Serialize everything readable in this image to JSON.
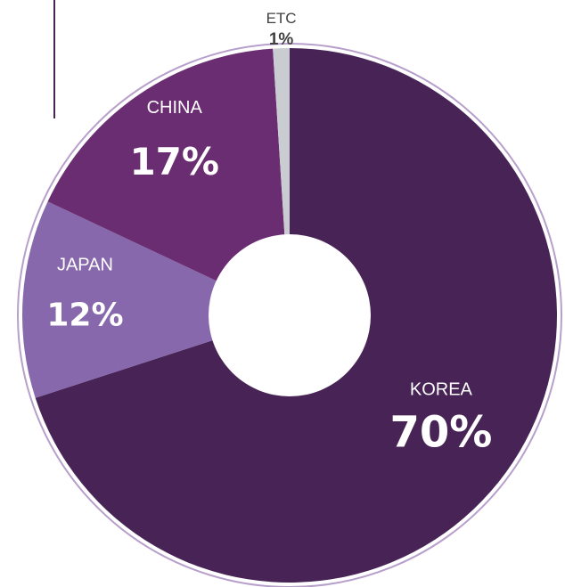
{
  "chart_data": {
    "type": "pie",
    "style": "donut",
    "categories": [
      "KOREA",
      "JAPAN",
      "CHINA",
      "ETC"
    ],
    "values": [
      70,
      12,
      17,
      1
    ],
    "value_labels": [
      "70%",
      "12%",
      "17%",
      "1%"
    ],
    "colors": [
      "#482356",
      "#8768AC",
      "#6B2D71",
      "#C9CDD1"
    ],
    "outer_ring_color": "#B79FCB",
    "divider_line_color": "#482356",
    "legend": "none"
  }
}
